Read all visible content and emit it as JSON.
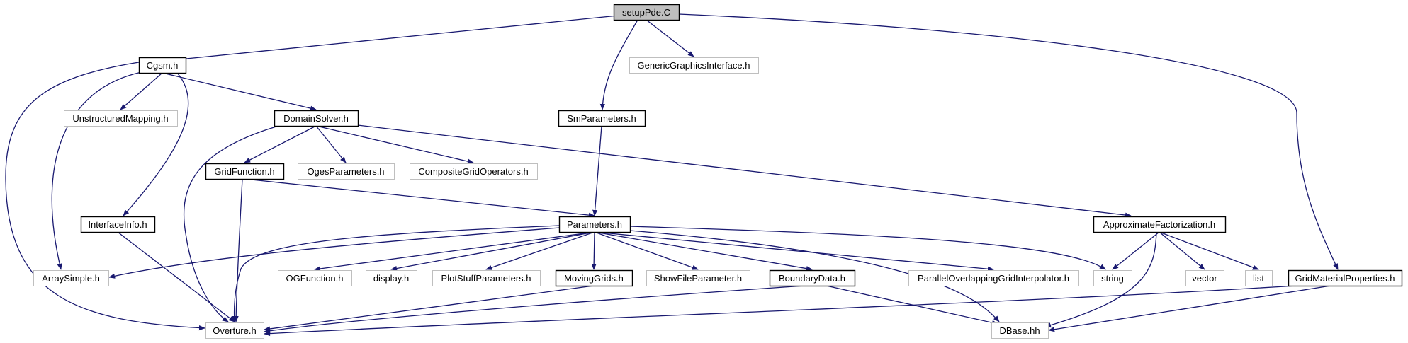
{
  "colors": {
    "edge": "#191970",
    "root_fill": "#bfbfbf",
    "documented_border": "#000000",
    "external_border": "#bfbfbf",
    "external_text": "#4d4d4d",
    "node_fill": "#ffffff"
  },
  "nodes": [
    {
      "id": "setup",
      "label": "setupPde.C",
      "kind": "root"
    },
    {
      "id": "cgsm",
      "label": "Cgsm.h",
      "kind": "documented"
    },
    {
      "id": "ggi",
      "label": "GenericGraphicsInterface.h",
      "kind": "external"
    },
    {
      "id": "smp",
      "label": "SmParameters.h",
      "kind": "documented"
    },
    {
      "id": "gmp",
      "label": "GridMaterialProperties.h",
      "kind": "documented"
    },
    {
      "id": "um",
      "label": "UnstructuredMapping.h",
      "kind": "external"
    },
    {
      "id": "ds",
      "label": "DomainSolver.h",
      "kind": "documented"
    },
    {
      "id": "gf",
      "label": "GridFunction.h",
      "kind": "documented"
    },
    {
      "id": "ogesp",
      "label": "OgesParameters.h",
      "kind": "external"
    },
    {
      "id": "cgo",
      "label": "CompositeGridOperators.h",
      "kind": "external"
    },
    {
      "id": "ii",
      "label": "InterfaceInfo.h",
      "kind": "documented"
    },
    {
      "id": "params",
      "label": "Parameters.h",
      "kind": "documented"
    },
    {
      "id": "af",
      "label": "ApproximateFactorization.h",
      "kind": "documented"
    },
    {
      "id": "as",
      "label": "ArraySimple.h",
      "kind": "external"
    },
    {
      "id": "ogf",
      "label": "OGFunction.h",
      "kind": "external"
    },
    {
      "id": "disp",
      "label": "display.h",
      "kind": "external"
    },
    {
      "id": "psp",
      "label": "PlotStuffParameters.h",
      "kind": "external"
    },
    {
      "id": "mg",
      "label": "MovingGrids.h",
      "kind": "documented"
    },
    {
      "id": "sfp",
      "label": "ShowFileParameter.h",
      "kind": "external"
    },
    {
      "id": "bd",
      "label": "BoundaryData.h",
      "kind": "documented"
    },
    {
      "id": "pogi",
      "label": "ParallelOverlappingGridInterpolator.h",
      "kind": "external"
    },
    {
      "id": "str",
      "label": "string",
      "kind": "external"
    },
    {
      "id": "vec",
      "label": "vector",
      "kind": "external"
    },
    {
      "id": "lst",
      "label": "list",
      "kind": "external"
    },
    {
      "id": "ov",
      "label": "Overture.h",
      "kind": "external"
    },
    {
      "id": "db",
      "label": "DBase.hh",
      "kind": "external"
    }
  ],
  "edges": [
    [
      "setup",
      "cgsm"
    ],
    [
      "setup",
      "ggi"
    ],
    [
      "setup",
      "smp"
    ],
    [
      "setup",
      "gmp"
    ],
    [
      "cgsm",
      "um"
    ],
    [
      "cgsm",
      "ds"
    ],
    [
      "cgsm",
      "ii"
    ],
    [
      "cgsm",
      "as"
    ],
    [
      "cgsm",
      "ov"
    ],
    [
      "ds",
      "gf"
    ],
    [
      "ds",
      "ogesp"
    ],
    [
      "ds",
      "cgo"
    ],
    [
      "ds",
      "af"
    ],
    [
      "ds",
      "ov"
    ],
    [
      "gf",
      "params"
    ],
    [
      "gf",
      "ov"
    ],
    [
      "smp",
      "params"
    ],
    [
      "ii",
      "ov"
    ],
    [
      "params",
      "as"
    ],
    [
      "params",
      "ogf"
    ],
    [
      "params",
      "disp"
    ],
    [
      "params",
      "psp"
    ],
    [
      "params",
      "mg"
    ],
    [
      "params",
      "sfp"
    ],
    [
      "params",
      "bd"
    ],
    [
      "params",
      "pogi"
    ],
    [
      "params",
      "str"
    ],
    [
      "params",
      "ov"
    ],
    [
      "params",
      "db"
    ],
    [
      "mg",
      "ov"
    ],
    [
      "bd",
      "ov"
    ],
    [
      "bd",
      "db"
    ],
    [
      "af",
      "str"
    ],
    [
      "af",
      "vec"
    ],
    [
      "af",
      "lst"
    ],
    [
      "af",
      "db"
    ],
    [
      "gmp",
      "ov"
    ],
    [
      "gmp",
      "db"
    ]
  ]
}
